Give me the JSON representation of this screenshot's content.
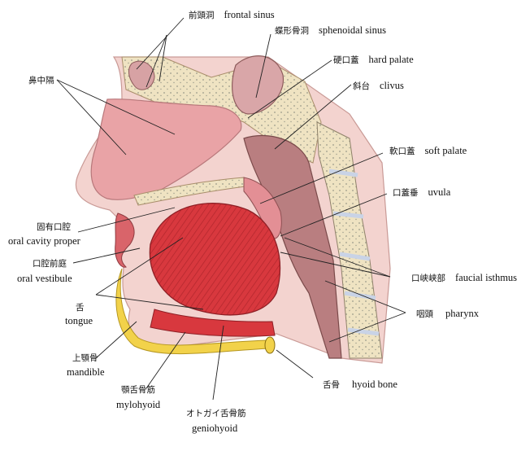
{
  "labels": {
    "frontal_sinus": {
      "jp": "前頭洞",
      "en": "frontal sinus"
    },
    "sphenoidal_sinus": {
      "jp": "蝶形骨洞",
      "en": "sphenoidal sinus"
    },
    "hard_palate": {
      "jp": "硬口蓋",
      "en": "hard palate"
    },
    "clivus": {
      "jp": "斜台",
      "en": "clivus"
    },
    "nasal_septum": {
      "jp": "鼻中隔"
    },
    "soft_palate": {
      "jp": "軟口蓋",
      "en": "soft palate"
    },
    "uvula": {
      "jp": "口蓋垂",
      "en": "uvula"
    },
    "oral_cavity_proper": {
      "jp": "固有口腔",
      "en": "oral cavity proper"
    },
    "oral_vestibule": {
      "jp": "口腔前庭",
      "en": "oral vestibule"
    },
    "faucial_isthmus": {
      "jp": "口峡峡部",
      "en": "faucial isthmus"
    },
    "tongue": {
      "jp": "舌",
      "en": "tongue"
    },
    "pharynx": {
      "jp": "咽頭",
      "en": "pharynx"
    },
    "mandible": {
      "jp": "上顎骨",
      "en": "mandible"
    },
    "hyoid_bone": {
      "jp": "舌骨",
      "en": "hyoid bone"
    },
    "mylohyoid": {
      "jp": "顎舌骨筋",
      "en": "mylohyoid"
    },
    "geniohyoid": {
      "jp": "オトガイ舌骨筋",
      "en": "geniohyoid"
    }
  },
  "colors": {
    "skin": "#f1c7c4",
    "mucosa": "#e9a3a6",
    "muscle_red": "#d8383e",
    "bone": "#efe3c2",
    "bone_dot": "#9a9a8a",
    "cavity_dark": "#8e5c5c",
    "yellow_bone": "#f2d24a",
    "vertebra_blue": "#c9d3e6",
    "line": "#222222"
  }
}
